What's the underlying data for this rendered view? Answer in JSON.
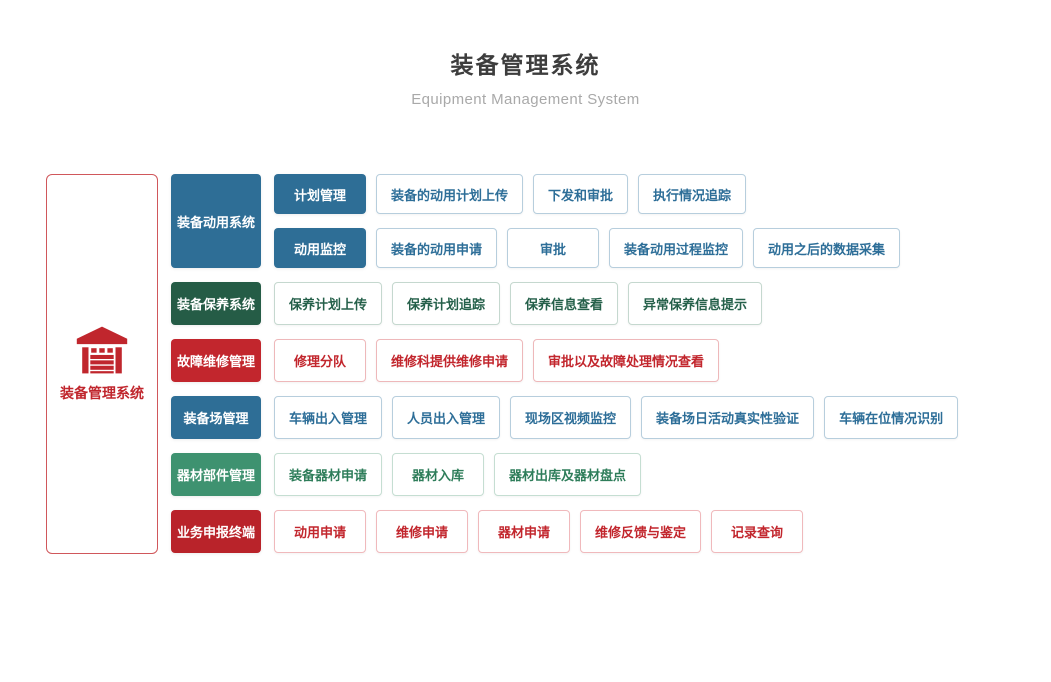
{
  "page": {
    "title": "装备管理系统",
    "subtitle": "Equipment Management System"
  },
  "root": {
    "label": "装备管理系统",
    "icon": "warehouse-icon",
    "color": "#c0262d",
    "border_color": "#d0575b"
  },
  "themes": {
    "blue": {
      "solid": "#2e6e96",
      "border": "#b7cedd",
      "text": "#2d6e98"
    },
    "darkgreen": {
      "solid": "#255c46",
      "border": "#c5d8cf",
      "text": "#25604a"
    },
    "red": {
      "solid": "#c2262d",
      "border": "#eeb8ba",
      "text": "#c2262d"
    },
    "green": {
      "solid": "#3e9270",
      "border": "#c5ded2",
      "text": "#2e7d5a"
    },
    "darkred": {
      "solid": "#b9232a",
      "border": "#f0b9bc",
      "text": "#c2262d"
    }
  },
  "rows": [
    {
      "id": "mobilization",
      "label": "装备动用系统",
      "theme": "blue",
      "subrows": [
        {
          "label": "计划管理",
          "items": [
            "装备的动用计划上传",
            "下发和审批",
            "执行情况追踪"
          ]
        },
        {
          "label": "动用监控",
          "items": [
            "装备的动用申请",
            "审批",
            "装备动用过程监控",
            "动用之后的数据采集"
          ]
        }
      ]
    },
    {
      "id": "maintenance",
      "label": "装备保养系统",
      "theme": "darkgreen",
      "items": [
        "保养计划上传",
        "保养计划追踪",
        "保养信息查看",
        "异常保养信息提示"
      ]
    },
    {
      "id": "repair",
      "label": "故障维修管理",
      "theme": "red",
      "items": [
        "修理分队",
        "维修科提供维修申请",
        "审批以及故障处理情况查看"
      ]
    },
    {
      "id": "depot",
      "label": "装备场管理",
      "theme": "blue",
      "items": [
        "车辆出入管理",
        "人员出入管理",
        "现场区视频监控",
        "装备场日活动真实性验证",
        "车辆在位情况识别"
      ]
    },
    {
      "id": "materiel",
      "label": "器材部件管理",
      "theme": "green",
      "items": [
        "装备器材申请",
        "器材入库",
        "器材出库及器材盘点"
      ]
    },
    {
      "id": "reporting",
      "label": "业务申报终端",
      "theme": "darkred",
      "items": [
        "动用申请",
        "维修申请",
        "器材申请",
        "维修反馈与鉴定",
        "记录查询"
      ]
    }
  ]
}
